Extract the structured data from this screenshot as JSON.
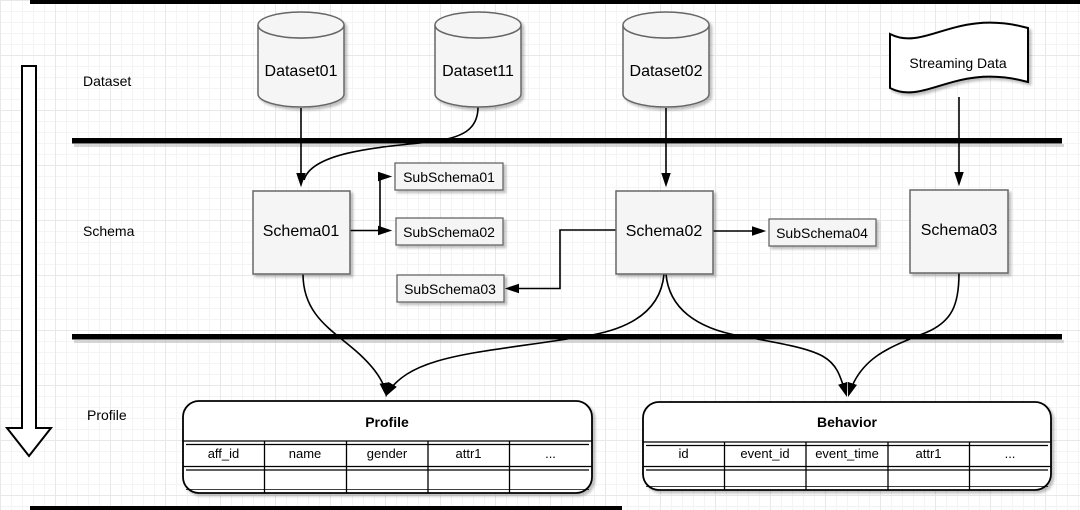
{
  "diagram": {
    "lanes": [
      {
        "label": "Dataset"
      },
      {
        "label": "Schema"
      },
      {
        "label": "Profile"
      }
    ],
    "nodes": {
      "datasets": [
        {
          "label": "Dataset01"
        },
        {
          "label": "Dataset11"
        },
        {
          "label": "Dataset02"
        }
      ],
      "streaming": {
        "label": "Streaming Data"
      },
      "schemas": [
        {
          "label": "Schema01"
        },
        {
          "label": "Schema02"
        },
        {
          "label": "Schema03"
        }
      ],
      "subschemas": [
        {
          "label": "SubSchema01"
        },
        {
          "label": "SubSchema02"
        },
        {
          "label": "SubSchema03"
        },
        {
          "label": "SubSchema04"
        }
      ]
    },
    "tables": [
      {
        "title": "Profile",
        "columns": [
          "aff_id",
          "name",
          "gender",
          "attr1",
          "..."
        ]
      },
      {
        "title": "Behavior",
        "columns": [
          "id",
          "event_id",
          "event_time",
          "attr1",
          "..."
        ]
      }
    ],
    "colors": {
      "node_fill": "#f5f5f5",
      "node_border": "#666666",
      "connector": "#000000",
      "canvas": "#ffffff",
      "grid_minor": "#f4f4f4",
      "grid_major": "#e8e8e8"
    }
  }
}
